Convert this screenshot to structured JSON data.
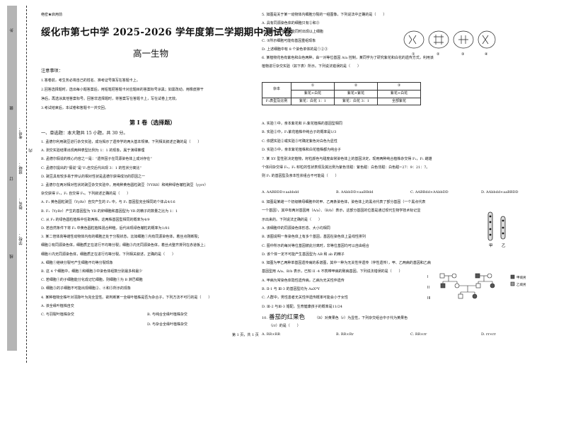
{
  "binding": {
    "line_marker": "线",
    "order_marker": "订",
    "bind_marker": "装",
    "inside_marker": "内",
    "outside_marker": "外",
    "school_label": "学校：",
    "name_label": "姓名：",
    "class_label": "班级：",
    "id_label": "考号："
  },
  "header": {
    "secret": "绝密★启用前",
    "title": "绥化市第七中学 2025-2026 学年度第二学期期中测试卷",
    "subject": "高一生物"
  },
  "notes": {
    "title": "注意事项：",
    "items": [
      "1.答卷前，考生务必将自己的姓名、准考证号填写在答题卡上。",
      "2.回答选择题时，选出每小题答案后，用铅笔把答题卡对应题目的答案标号涂黑；如需改动，用橡皮擦干",
      "净后，再选涂其他答案标号。回答非选择题时，将答案写在答题卡上，写在试卷上无效。",
      "3.考试结束后，本试卷和答题卡一并交回。"
    ]
  },
  "section1": {
    "title": "第 I 卷（选择题）",
    "part": "一、单选题：本大题共 15 小题，共 30 分。"
  },
  "left_lines": [
    "1. 孟德尔利用豌豆进行杂交实验，成功揭示了遗传学的两大基本规律。下列相关叙述正确的是（　　）",
    "A. 测交实验结果出现两种表型比例为 1：1 的现象，属于演绎推理",
    "B. 孟德尔假说的核心内容之一是：“遗传因子在同源染色体上成对存在”",
    "C. 孟德尔提出的“假说”是“F₁自交后代出现 3：1 的性状分离比”",
    "D. 豌豆具有较多易于辨认的相对性状是孟德尔获得成功的原因之一",
    "2. 孟德尔在两对相对性状的豌豆杂交实验中，用纯种黄色圆粒豌豆（YYRR）和纯种绿色皱粒豌豆（yyrr）",
    "杂交获得 F₁，F₁ 自交得 F₂。下列叙述正确的是（　　）",
    "A. F₁ 黄色圆粒豌豆（YyRr）自交产生的 F₂ 中，与 F₁ 基因型完全相同的个体占4/16",
    "B. F₁（YyRr）产生的基因型为 YR 的卵细胞和基因型为 YR 的精子的数量之比为 1：1",
    "C. 从 F₂ 的绿色圆粒植株中任取两株，这两株基因型相同的概率为4/9",
    "D. 若自然条件下将 F₂ 中黄色圆粒植株混合种植，后代出现绿色皱粒的概率为1/81",
    "3. 某二倍体高等雌性动物体内有的细胞正处于分裂状态，比如细胞①内有同源染色体，着丝点刚断裂；",
    "细胞②有同源染色体，细胞质正在进行不均等分裂；细胞③内无同源染色体，着丝点整齐排列在赤道板上；",
    "细胞④内无同源染色体，细胞质正在进行均等分裂。下列相关叙述，正确的是（　　）",
    "A. 细胞①继续分裂可产生细胞不均等分裂现象",
    "B. 这 4 个细胞中，细胞①和细胞③中染色体组数分别最多和最少",
    "C. 若细胞①的子细胞能分化成记忆细胞，则细胞①为 B 淋巴细胞",
    "D. 细胞③的子细胞不可能出现细胞②、④和⑤所示的现象",
    "4. 某种植物全株叶对羽脉叶为完全显性。欲判断某一全缘叶植株是否为杂合子，下列方法不可行的是（　　）",
    "A. 该全缘叶植株自交",
    "C. 与羽裂叶植株杂交"
  ],
  "left_lines_b": [
    "B. 与纯合全缘叶植株杂交",
    "D. 与杂合全缘叶植株杂交"
  ],
  "right_lines": [
    "5. 如图是关于某一动物体内细胞分裂的一组图像，下列说法中正确的是（　　）",
    "A. 具有同源染色体的细胞只有②和③",
    "B. 动物睾丸中不可能同时出现以上细胞",
    "C. ③所示细胞可能有基因重组现象",
    "D. 上述细胞中有 8 个染色单体的是①②③",
    "6. 某植物花色有紫色和白色两种，由一对等位基因 A/a 控制，某同学为了研究紫花和白花的遗传方式，利用该",
    "植物进行杂交实验（如下表）所示。下列说法错误的是（　　）"
  ],
  "table6": {
    "head": [
      "杂本",
      "①",
      "②",
      "③"
    ],
    "row1": [
      "",
      "紫花×白花",
      "紫花×紫花",
      "紫花×白花"
    ],
    "row2": [
      "F₁表型及比例",
      "紫花：白花 1：1",
      "紫花：白花 3：1",
      "全部紫花"
    ]
  },
  "right_lines_b": [
    "A. 实验①中，亲本紫花和 F₁紫花植株的基因型相同",
    "B. 实验②中，F₁紫花植株中纯合子的概率是1/3",
    "C. 依据实验②或实验③可确定紫色对白色为显性",
    "D. 实验③中，亲本紫花植株和白花植株都为纯合子",
    "7. 某 XY 型性别决定植物，籽粒颜色与甜度由常染色体上的基因决定，现用两种纯合植株杂交得 F₁，F₁ 雌雄",
    "个体间杂交得 F₂，F₂ 籽粒的性状表现及其比例为紫色非甜：紫色甜：白色非甜：白色甜=27：9：21：7。",
    "则 F₁ 的基因型及亲本性状组合不可能是（　　）"
  ],
  "q7_options": [
    "A. AABBDD×aabbdd",
    "B. AAbbDD×aaBBdd",
    "C. AABBdd×AAbbDD",
    "D. AAbbdd×aaBBDD"
  ],
  "right_lines_c": [
    "8. 如图是某雌一个初级精母细胞中的甲、乙两条染色体，染色体上的黑点代表了部分基因（一个黑点代表",
    "一个基因），其中有两对基因用（A/a）、（B/b）表示，这部分基因的位置是通过现代生物学技术标记显",
    "示出来的。下列说法正确的是（　　）",
    "A. 该细胞中的同源染色体形态、大小均相同",
    "B. 该图说明一条染色体上有多个基因，基因在染色体上呈线性排列",
    "C. 图中所示的每对等位基因彼此分离时，非等位基因均可以自由组合",
    "D. 该个体一定不可能产生基因型为 AB 和 ab 的精子",
    "9. 如图为甲乙两种单基因遗传病的系谱图，其中一种为无关性伴遗传（伴性遗传），甲、乙两病的基因和乙病",
    "基因型用 A/a、B/b 表示，已知 II -4 不携带甲病的致病基因。下列说法错误的是（　　）",
    "A. 甲病为常染色体隐性遗传病，乙病为无关性伴遗传",
    "B. Ⅱ-1 与 Ⅲ-3 的基因型均为 AaXᴮY",
    "C. 人群中，男性患者无关性伴遗传概率可能会小于女性",
    "D. Ⅲ-2 与Ⅲ-3 婚配，生育健康孩子的概率是11/24"
  ],
  "q10": {
    "prefix": "10.",
    "big_text": "番茄的红果色",
    "mid1": "（R）对黄果色（r）为显性，下列杂交组合中子代为黄果色",
    "mid2": "（rr）的是（　　）",
    "options": [
      "A. RR×RR",
      "B. RR×Rr",
      "C. RR×rr",
      "D. rr×rr"
    ]
  },
  "fig8": {
    "label_a": "甲",
    "label_b": "乙"
  },
  "fig9": {
    "legend1": "甲病男",
    "legend2": "乙病男",
    "gen": [
      "I",
      "II",
      "III"
    ]
  },
  "footer": "第 1 页，共 1 页"
}
